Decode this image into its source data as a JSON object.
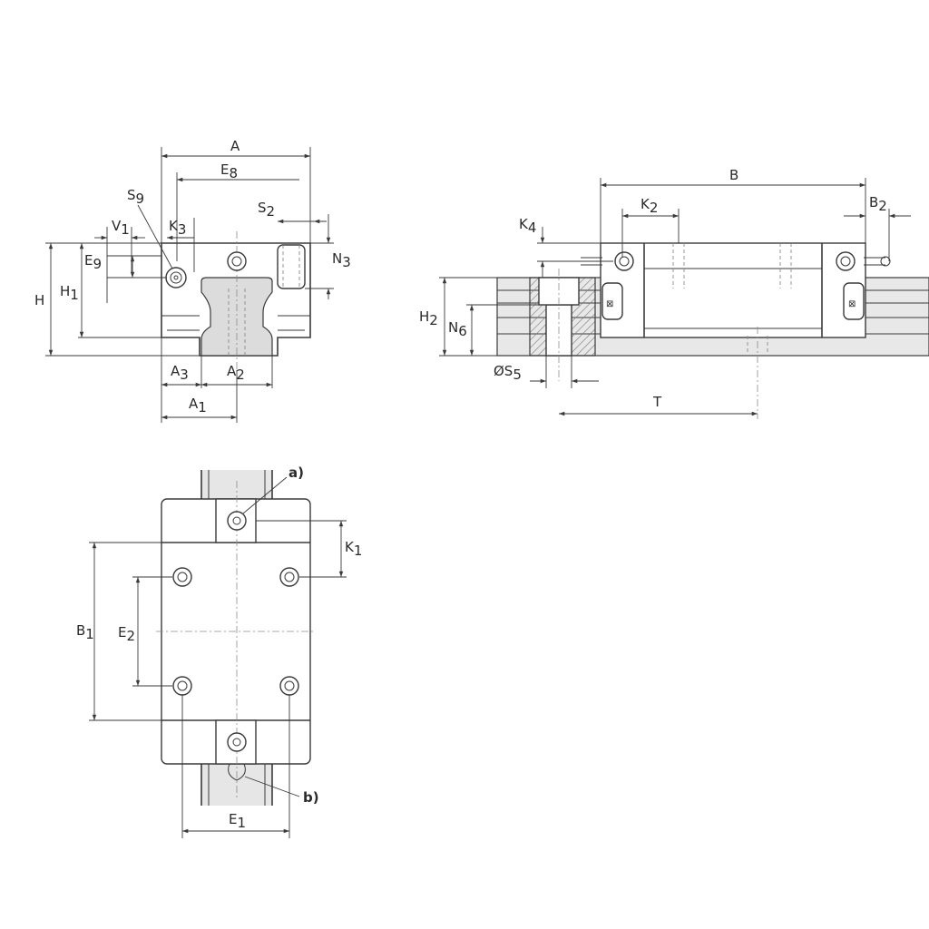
{
  "labels": {
    "A": "A",
    "E8": "E",
    "E8_sub": "8",
    "S9": "S",
    "S9_sub": "9",
    "S2": "S",
    "S2_sub": "2",
    "K3": "K",
    "K3_sub": "3",
    "V1": "V",
    "V1_sub": "1",
    "E9": "E",
    "E9_sub": "9",
    "N3": "N",
    "N3_sub": "3",
    "H": "H",
    "H1": "H",
    "H1_sub": "1",
    "A3": "A",
    "A3_sub": "3",
    "A2": "A",
    "A2_sub": "2",
    "A1": "A",
    "A1_sub": "1",
    "B": "B",
    "K2": "K",
    "K2_sub": "2",
    "B2": "B",
    "B2_sub": "2",
    "K4": "K",
    "K4_sub": "4",
    "H2": "H",
    "H2_sub": "2",
    "N6": "N",
    "N6_sub": "6",
    "S5": "ØS",
    "S5_sub": "5",
    "T": "T",
    "K1": "K",
    "K1_sub": "1",
    "B1": "B",
    "B1_sub": "1",
    "E2": "E",
    "E2_sub": "2",
    "E1": "E",
    "E1_sub": "1",
    "note_a": "a)",
    "note_b": "b)"
  },
  "colors": {
    "line": "#3a3a3a",
    "rail": "#dcdcdc",
    "hatch": "#8a8a8a",
    "background": "#ffffff"
  }
}
